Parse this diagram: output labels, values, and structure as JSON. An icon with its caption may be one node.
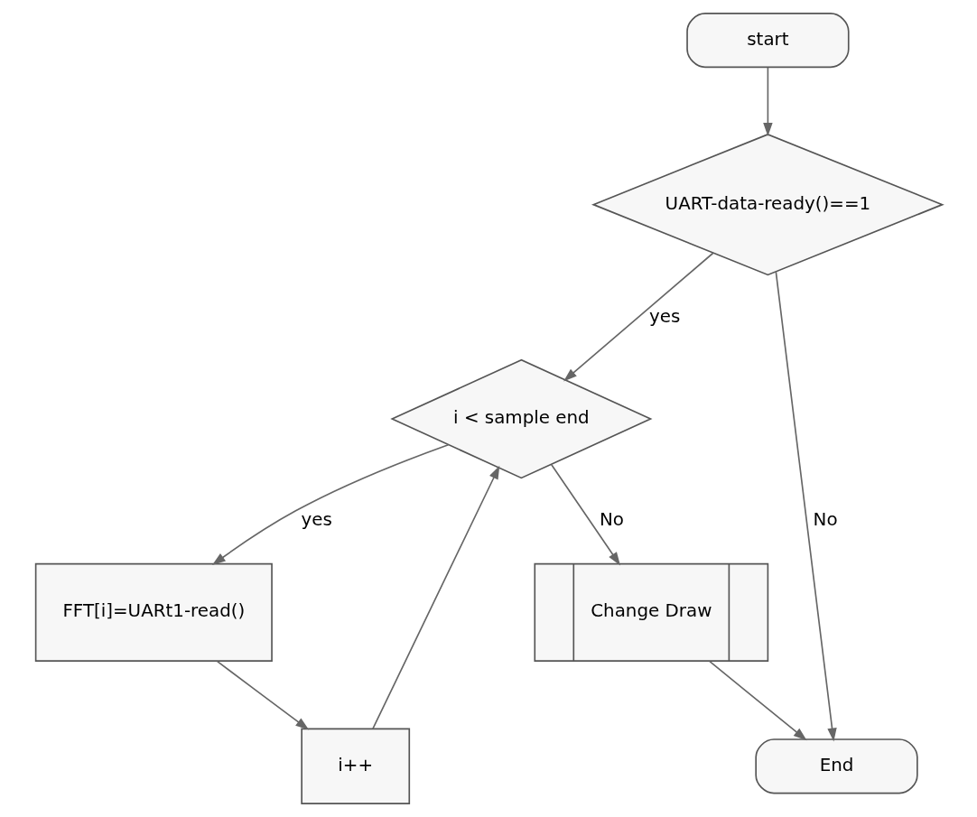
{
  "diagram": {
    "nodes": [
      {
        "text": [
          "start"
        ]
      },
      {
        "text": [
          "UART-data-ready()==1"
        ]
      },
      {
        "text": [
          "i < sample end"
        ]
      },
      {
        "text": [
          "Change Draw"
        ]
      },
      {
        "text": [
          "FFT[i]=UARt1-read()"
        ]
      },
      {
        "text": [
          "i++"
        ]
      },
      {
        "text": [
          "End"
        ]
      }
    ],
    "edges": [
      {
        "from": 0,
        "to": 1,
        "arrow": "to"
      },
      {
        "from": 1,
        "to": 6,
        "arrow": "to",
        "label": "No"
      },
      {
        "from": 1,
        "to": 2,
        "arrow": "to",
        "label": "yes"
      },
      {
        "from": 2,
        "to": 3,
        "arrow": "to",
        "label": "No"
      },
      {
        "from": 2,
        "to": 4,
        "arrow": "to",
        "label": "yes"
      },
      {
        "from": 4,
        "to": 5,
        "arrow": "to"
      },
      {
        "from": 3,
        "to": 6,
        "arrow": "to"
      },
      {
        "from": 5,
        "to": 2,
        "arrow": "to"
      }
    ]
  }
}
